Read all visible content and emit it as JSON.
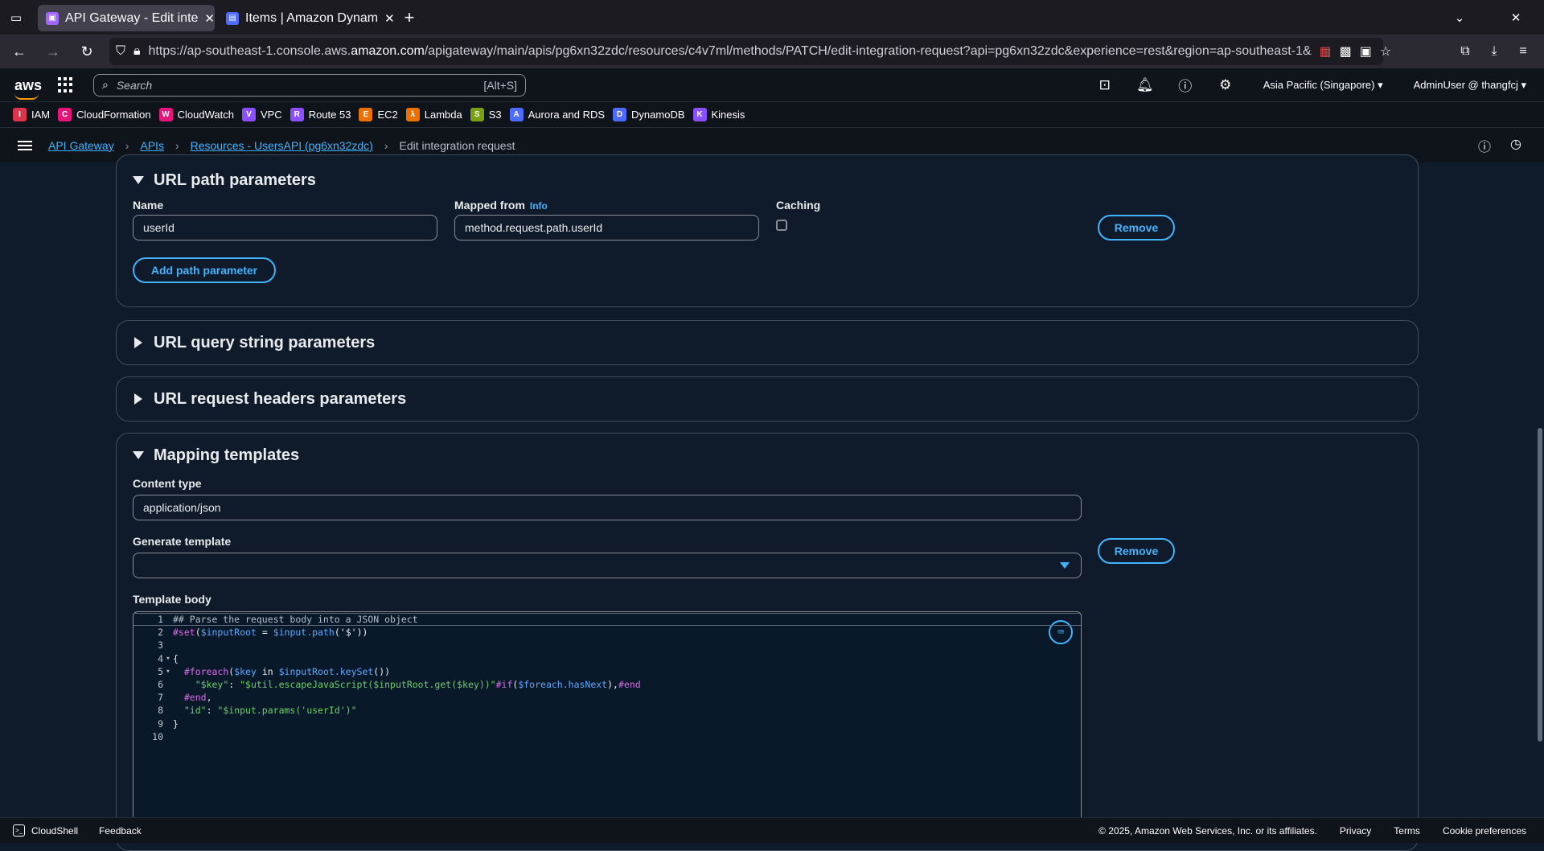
{
  "browser": {
    "tabs": [
      {
        "title": "API Gateway - Edit inte",
        "active": true
      },
      {
        "title": "Items | Amazon Dynam",
        "active": false
      }
    ],
    "new_tab": "+",
    "url_prefix": "https://ap-southeast-1.console.aws.",
    "url_domain": "amazon.com",
    "url_rest": "/apigateway/main/apis/pg6xn32zdc/resources/c4v7ml/methods/PATCH/edit-integration-request?api=pg6xn32zdc&experience=rest&region=ap-southeast-1&"
  },
  "aws_header": {
    "logo": "aws",
    "search_placeholder": "Search",
    "search_shortcut": "[Alt+S]",
    "region": "Asia Pacific (Singapore) ▾",
    "user": "AdminUser @ thangfcj ▾"
  },
  "favorites": [
    {
      "label": "IAM",
      "color": "#dd344c",
      "glyph": "I"
    },
    {
      "label": "CloudFormation",
      "color": "#e7157b",
      "glyph": "C"
    },
    {
      "label": "CloudWatch",
      "color": "#e7157b",
      "glyph": "W"
    },
    {
      "label": "VPC",
      "color": "#8c4fff",
      "glyph": "V"
    },
    {
      "label": "Route 53",
      "color": "#8c4fff",
      "glyph": "R"
    },
    {
      "label": "EC2",
      "color": "#ed7100",
      "glyph": "E"
    },
    {
      "label": "Lambda",
      "color": "#ed7100",
      "glyph": "λ"
    },
    {
      "label": "S3",
      "color": "#7aa116",
      "glyph": "S"
    },
    {
      "label": "Aurora and RDS",
      "color": "#4d6bff",
      "glyph": "A"
    },
    {
      "label": "DynamoDB",
      "color": "#4d6bff",
      "glyph": "D"
    },
    {
      "label": "Kinesis",
      "color": "#8c4fff",
      "glyph": "K"
    }
  ],
  "breadcrumb": {
    "items": [
      "API Gateway",
      "APIs",
      "Resources - UsersAPI (pg6xn32zdc)"
    ],
    "current": "Edit integration request"
  },
  "path_params": {
    "title": "URL path parameters",
    "name_label": "Name",
    "mapped_label": "Mapped from",
    "info_label": "Info",
    "caching_label": "Caching",
    "name_value": "userId",
    "mapped_value": "method.request.path.userId",
    "remove_label": "Remove",
    "add_label": "Add path parameter"
  },
  "query_params": {
    "title": "URL query string parameters"
  },
  "header_params": {
    "title": "URL request headers parameters"
  },
  "mapping": {
    "title": "Mapping templates",
    "content_type_label": "Content type",
    "content_type_value": "application/json",
    "generate_label": "Generate template",
    "generate_value": "",
    "remove_label": "Remove",
    "body_label": "Template body",
    "line_numbers": [
      "1",
      "2",
      "3",
      "4",
      "5",
      "6",
      "7",
      "8",
      "9",
      "10"
    ],
    "code_lines": [
      "## Parse the request body into a JSON object",
      "#set($inputRoot = $input.path('$'))",
      "",
      "{",
      "  #foreach($key in $inputRoot.keySet())",
      "    \"$key\": \"$util.escapeJavaScript($inputRoot.get($key))\"#if($foreach.hasNext),#end",
      "  #end,",
      "  \"id\": \"$input.params('userId')\"",
      "}",
      ""
    ]
  },
  "footer": {
    "cloudshell": "CloudShell",
    "feedback": "Feedback",
    "copyright": "© 2025, Amazon Web Services, Inc. or its affiliates.",
    "privacy": "Privacy",
    "terms": "Terms",
    "cookies": "Cookie preferences"
  }
}
